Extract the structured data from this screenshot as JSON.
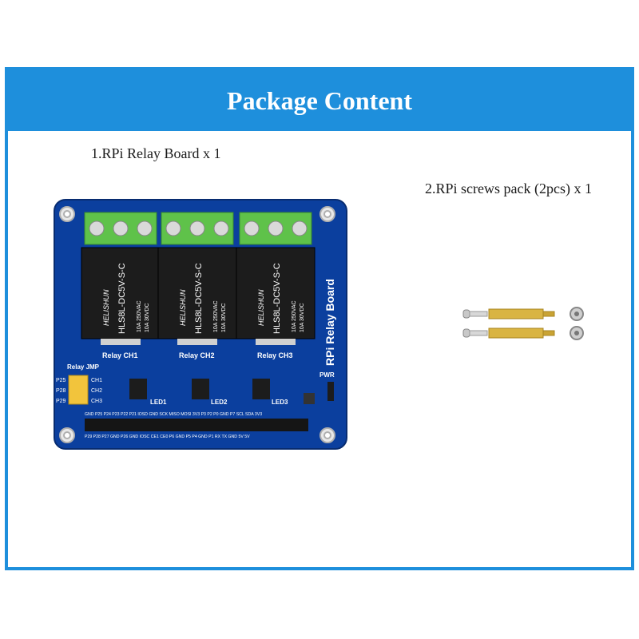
{
  "header": {
    "title": "Package Content"
  },
  "items": [
    {
      "label": "1.RPi Relay Board x 1"
    },
    {
      "label": "2.RPi screws pack (2pcs) x 1"
    }
  ],
  "board": {
    "vertical_title": "RPi Relay Board",
    "relay_model": "HLS8L-DC5V-S-C",
    "relay_brand": "HELISHUN",
    "relay_rating_a": "10A 250VAC",
    "relay_rating_b": "10A 30VDC",
    "channels": [
      "Relay CH1",
      "Relay CH2",
      "Relay CH3"
    ],
    "jumper_label": "Relay JMP",
    "jumper_pins": [
      "P25",
      "P28",
      "P29"
    ],
    "jumper_channels": [
      "CH1",
      "CH2",
      "CH3"
    ],
    "leds": [
      "LED1",
      "LED2",
      "LED3"
    ],
    "power_label": "PWR",
    "top_pin_row": "GND P25 P24 P23 P22 P21 IOSD GND SCK MISO MOSI 3V3 P3 P2 P0 GND P7 SCL SDA 3V3",
    "bottom_pin_row": "P29 P28 P27 GND P26 GND IOSC CE1 CE0 P6 GND P5 P4 GND P1 RX TX GND 5V 5V"
  },
  "colors": {
    "accent": "#1e8fdc",
    "pcb": "#0b3f9e",
    "terminal": "#5fc24a",
    "relay": "#1c1c1c"
  }
}
